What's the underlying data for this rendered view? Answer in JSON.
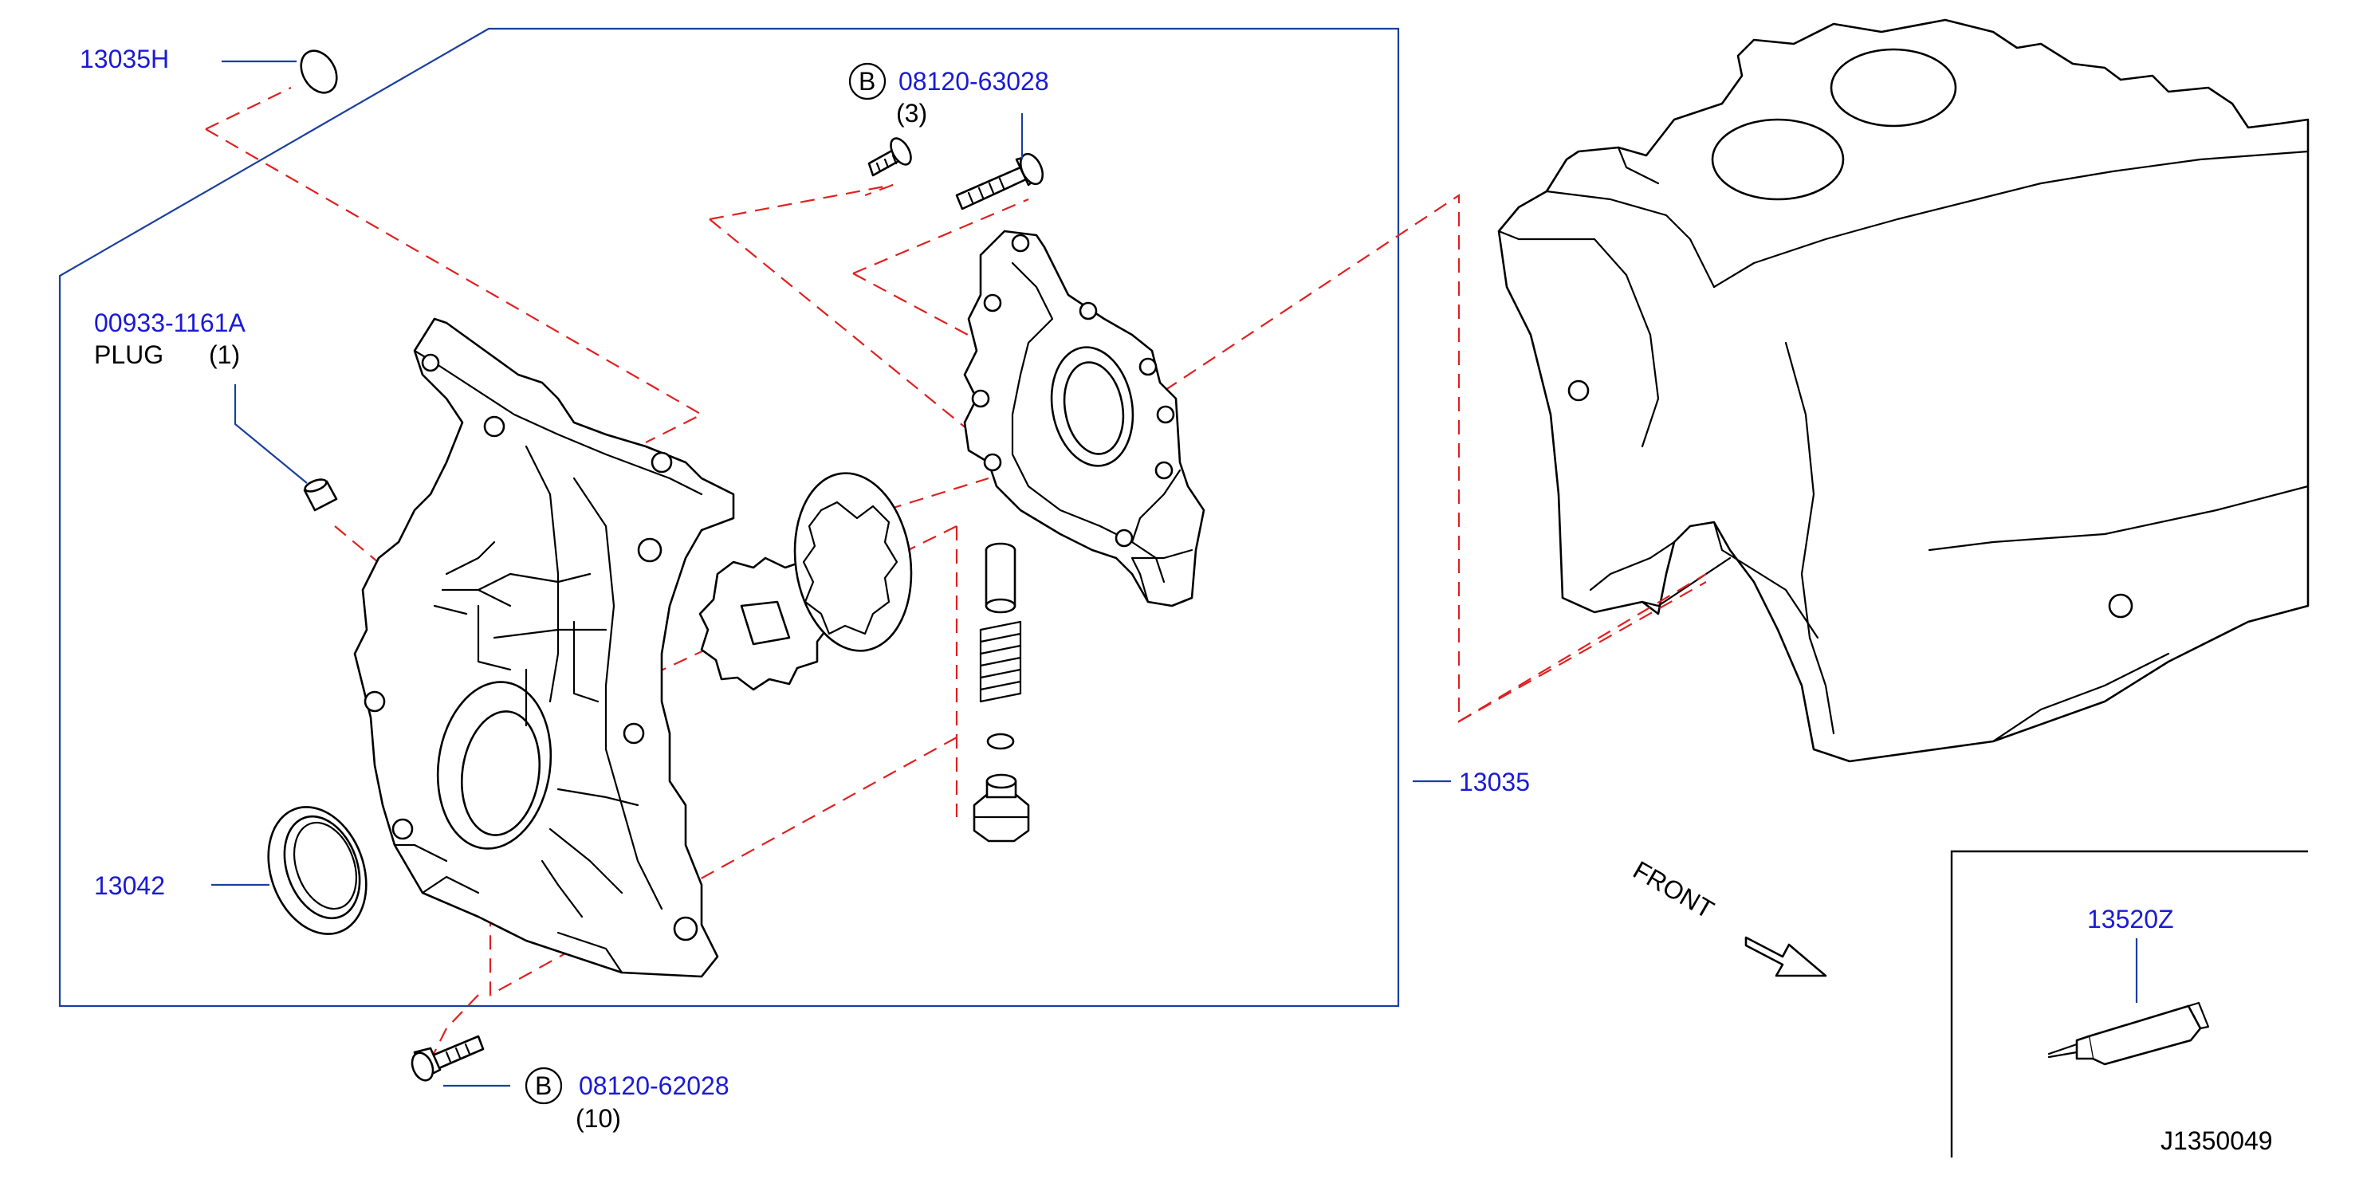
{
  "colors": {
    "part_number": "#1a1ad6",
    "leader": "#1a3f9e",
    "dashed_line": "#e02020",
    "drawing": "#000000"
  },
  "labels": {
    "seal_plug_part": "13035H",
    "bolt_upper_code": "B",
    "bolt_upper_part": "08120-63028",
    "bolt_upper_qty": "(3)",
    "plug_part": "00933-1161A",
    "plug_name": "PLUG",
    "plug_qty": "(1)",
    "front_cover_part": "13035",
    "front_oil_seal_part": "13042",
    "bolt_lower_code": "B",
    "bolt_lower_part": "08120-62028",
    "bolt_lower_qty": "(10)",
    "sealant_part": "13520Z",
    "front_indicator": "FRONT",
    "diagram_id": "J1350049"
  }
}
